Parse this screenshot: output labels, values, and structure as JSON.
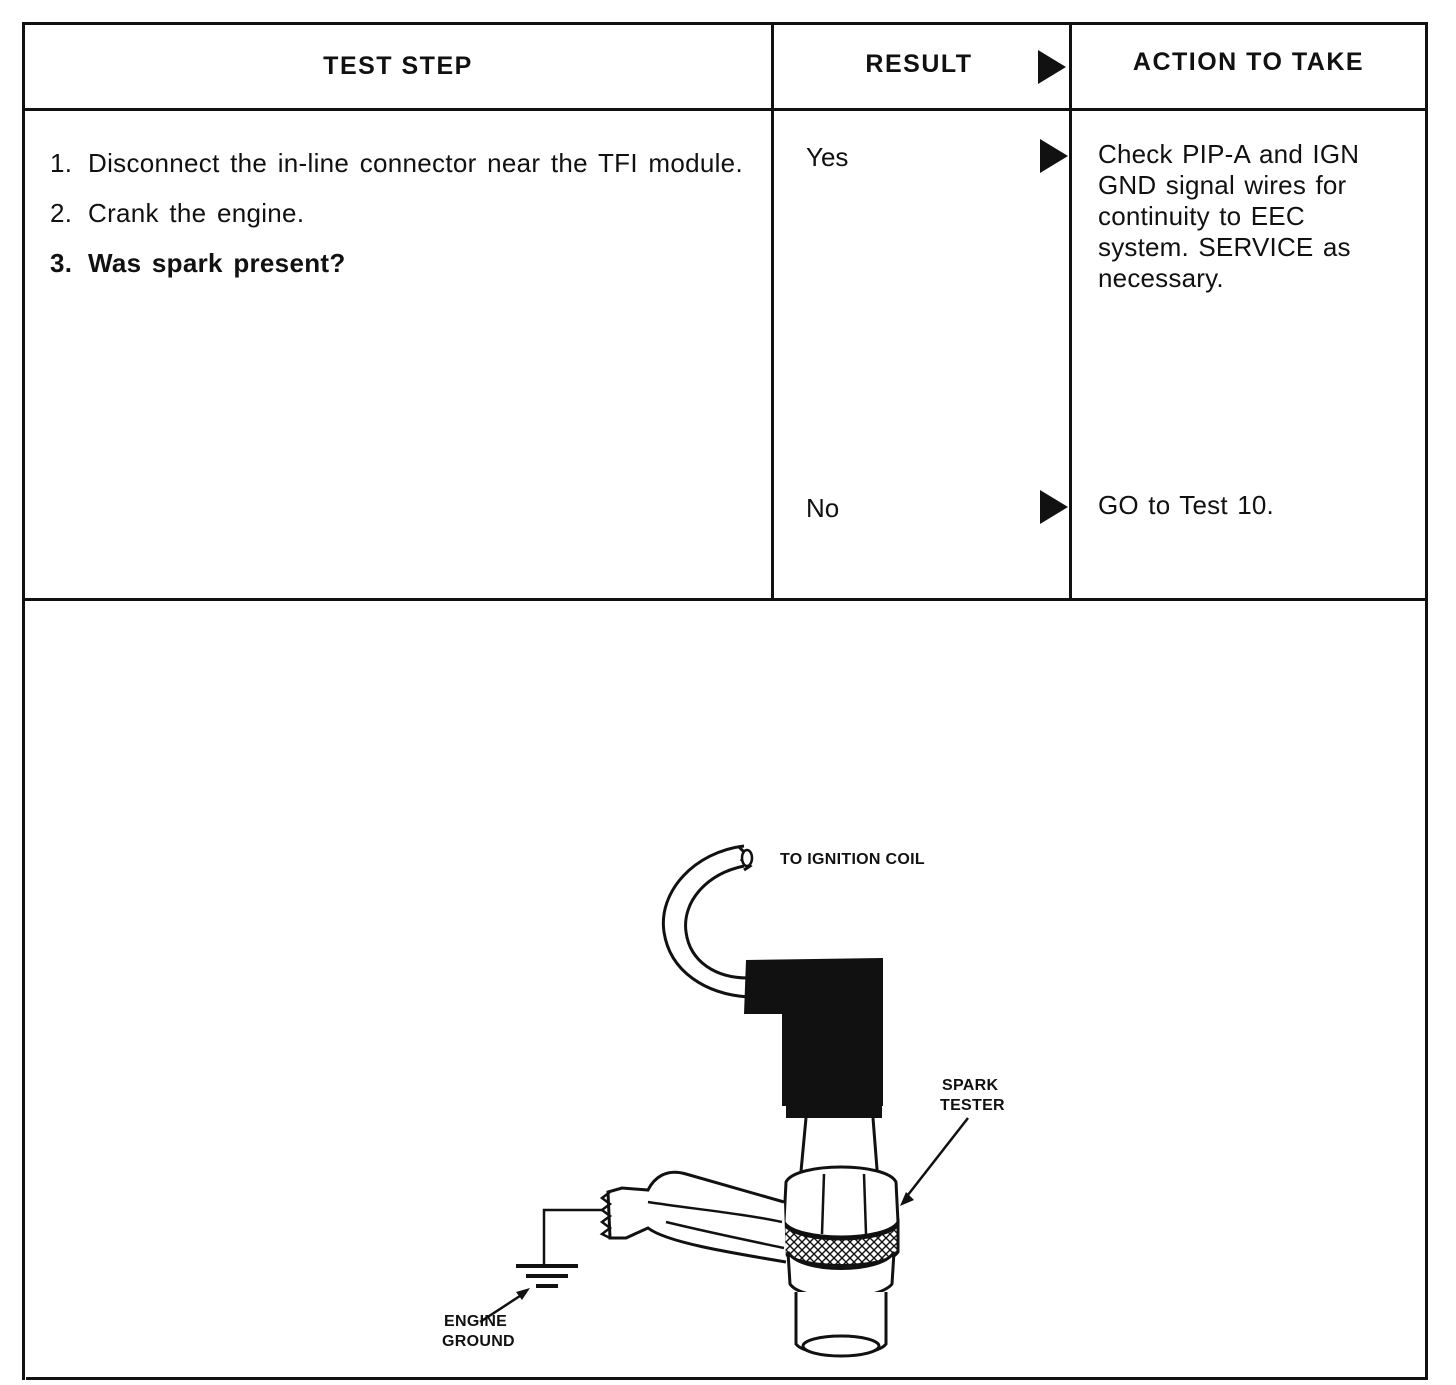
{
  "table": {
    "headers": {
      "test_step": "TEST STEP",
      "result": "RESULT",
      "action": "ACTION TO TAKE"
    },
    "steps": [
      {
        "num": "1.",
        "text": "Disconnect the in-line connector near the TFI module."
      },
      {
        "num": "2.",
        "text": "Crank the engine."
      },
      {
        "num": "3.",
        "text": "Was spark present?"
      }
    ],
    "results": [
      {
        "label": "Yes",
        "action": "Check PIP-A and IGN GND signal wires for continuity to EEC system. SERVICE as necessary."
      },
      {
        "label": "No",
        "action": "GO to Test 10."
      }
    ]
  },
  "diagram": {
    "labels": {
      "ignition_coil": "TO IGNITION COIL",
      "spark_tester_1": "SPARK",
      "spark_tester_2": "TESTER",
      "engine_ground_1": "ENGINE",
      "engine_ground_2": "GROUND"
    }
  }
}
